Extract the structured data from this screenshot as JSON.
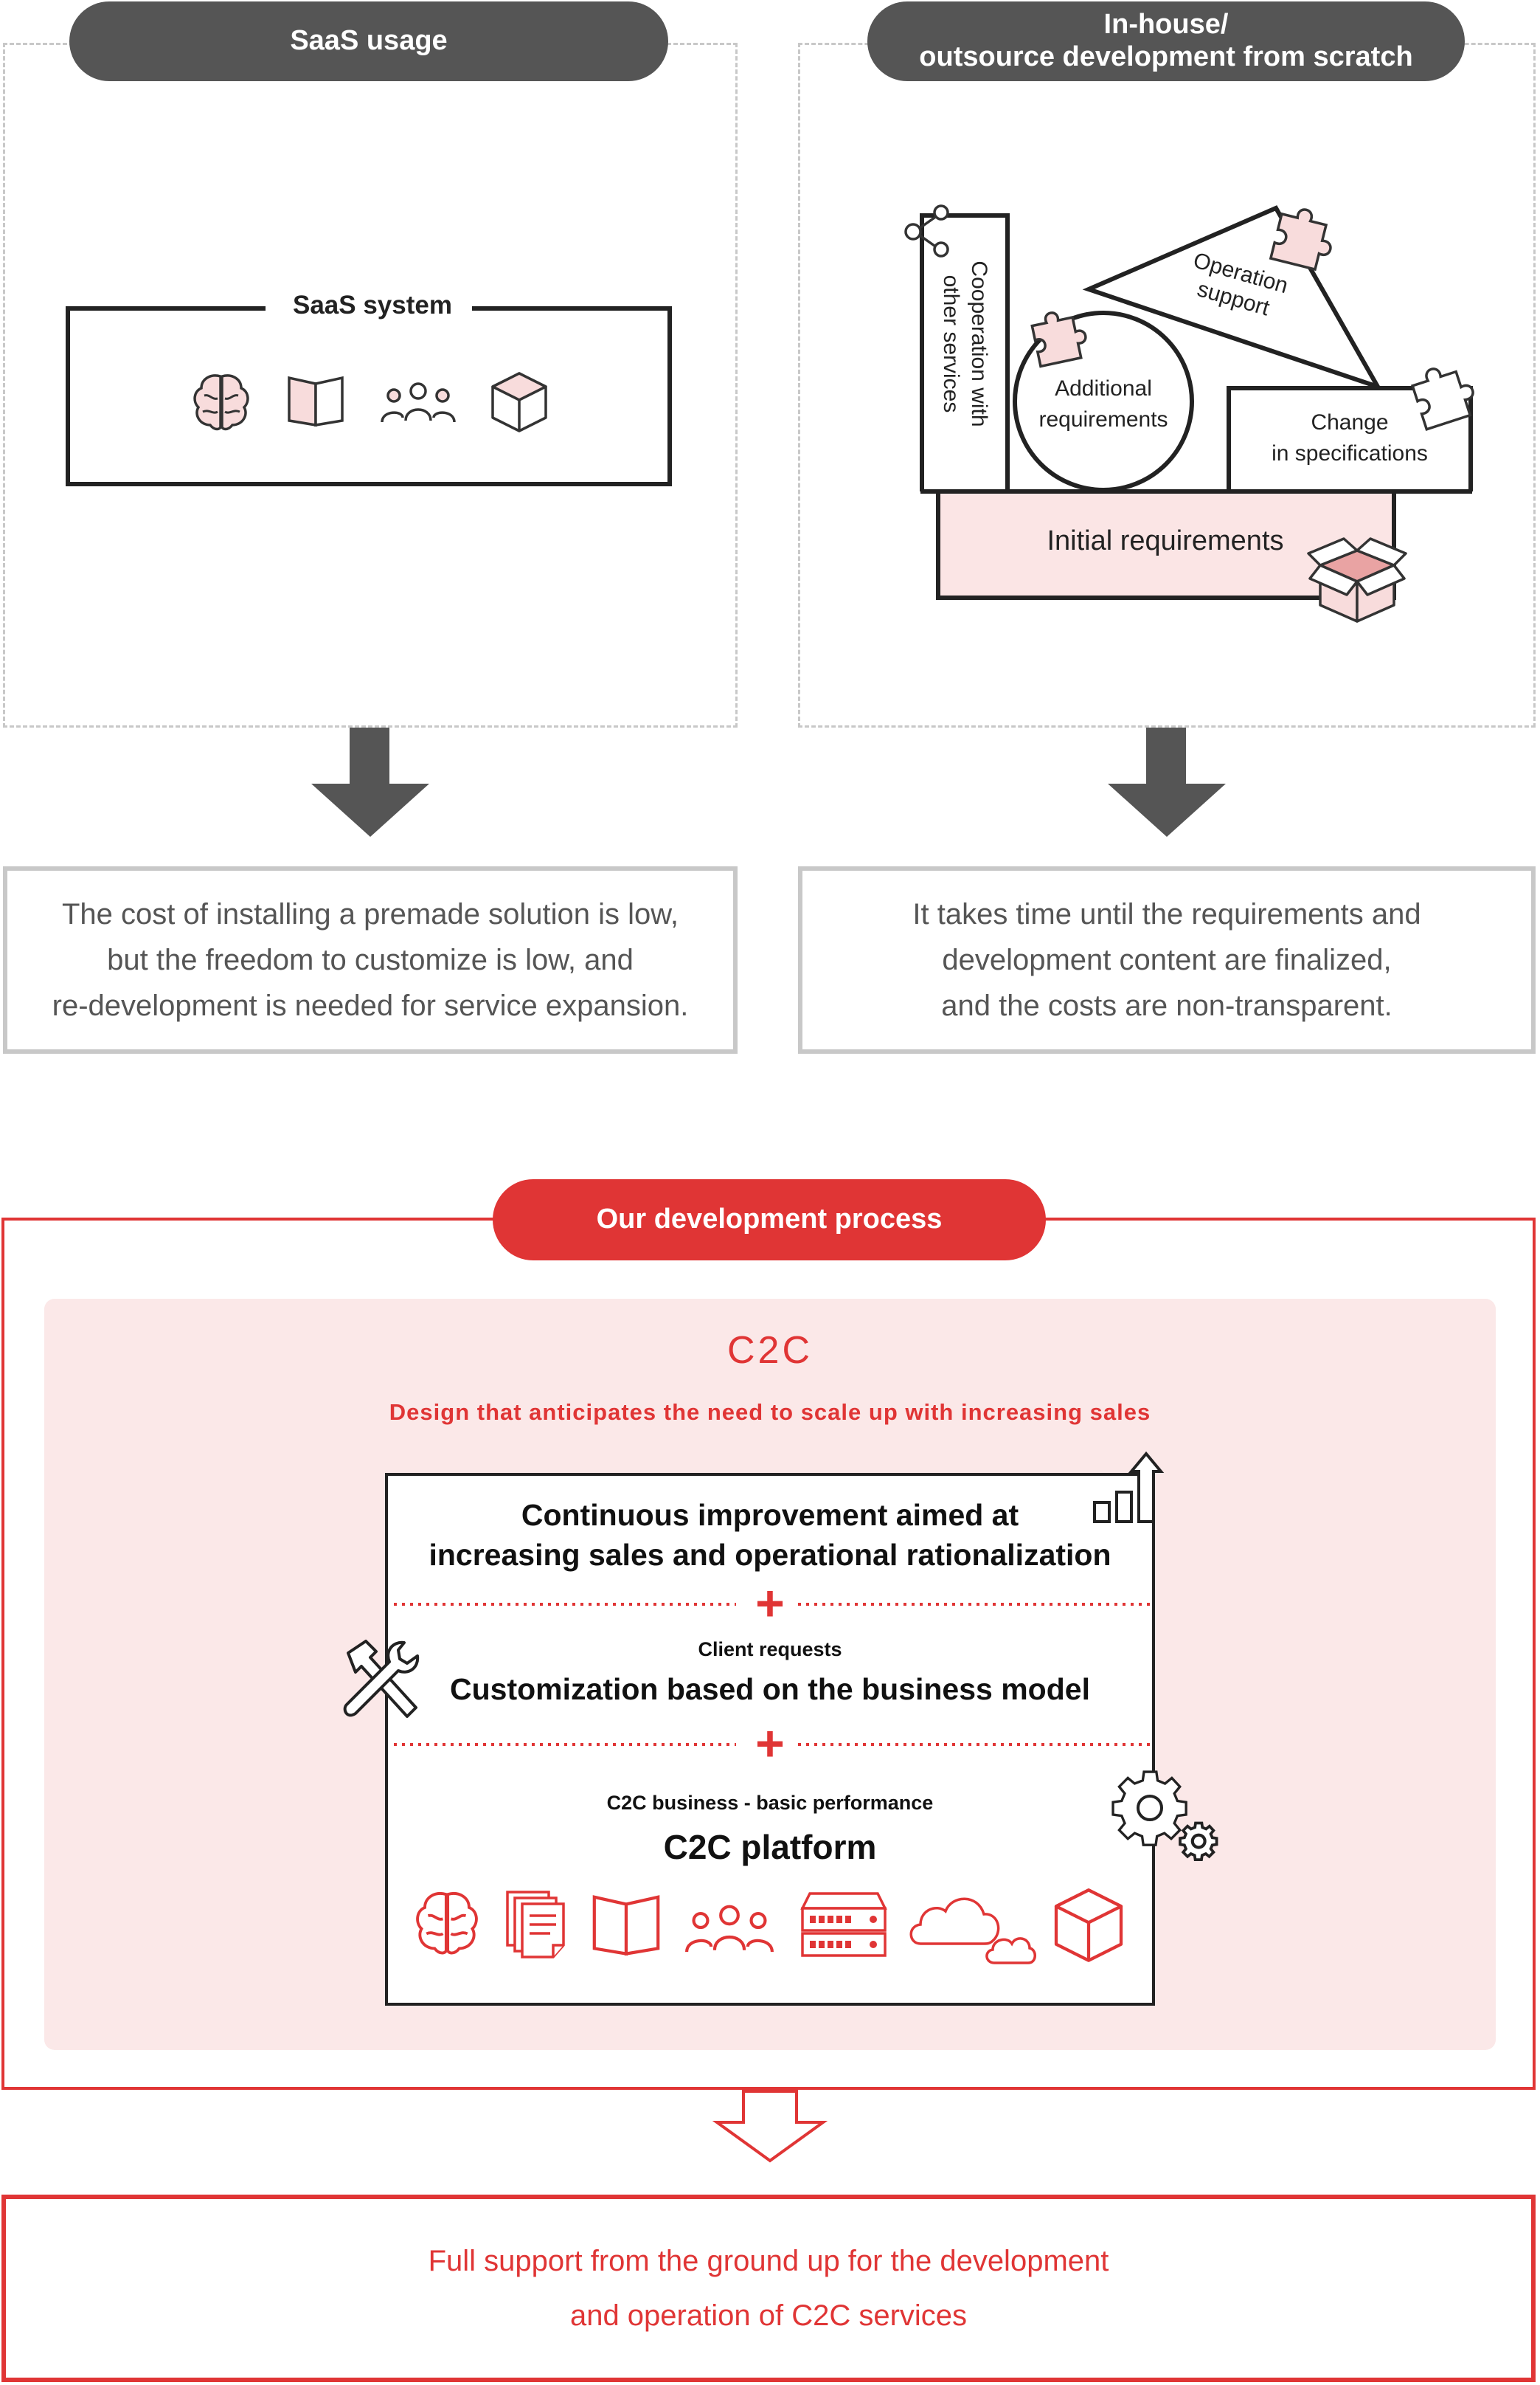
{
  "saas": {
    "header": "SaaS usage",
    "system_label": "SaaS system",
    "icons": [
      "brain-icon",
      "book-icon",
      "people-icon",
      "cube-icon"
    ],
    "result": "The cost of installing a premade solution is low,\nbut the freedom to customize is low, and\nre-development is needed for service expansion."
  },
  "inhouse": {
    "header": "In-house/\noutsource development from scratch",
    "cooperation": "Cooperation with\nother services",
    "operation": "Operation\nsupport",
    "additional": "Additional\nrequirements",
    "change": "Change\nin specifications",
    "initial": "Initial requirements",
    "result": "It takes time until the requirements and\ndevelopment content are finalized,\nand the costs are non-transparent."
  },
  "process": {
    "header": "Our development process",
    "brand": "C2C",
    "tagline": "Design that anticipates the need to scale up with increasing sales",
    "layer1_title": "Continuous improvement aimed at\nincreasing sales and operational rationalization",
    "plus": "+",
    "layer2_sub": "Client requests",
    "layer2_title": "Customization based on the business model",
    "layer3_sub": "C2C business - basic performance",
    "layer3_title": "C2C platform",
    "platform_icons": [
      "brain-icon",
      "documents-icon",
      "book-icon",
      "people-icon",
      "server-icon",
      "cloud-icon",
      "cube-icon"
    ]
  },
  "conclusion": "Full support from the ground up for the development\nand operation of C2C services",
  "colors": {
    "accent_red": "#e03535",
    "dark_gray": "#555555",
    "light_pink": "#fbe8e8",
    "pink_fill": "#f8dcdc",
    "border_gray": "#c8c8c8"
  }
}
